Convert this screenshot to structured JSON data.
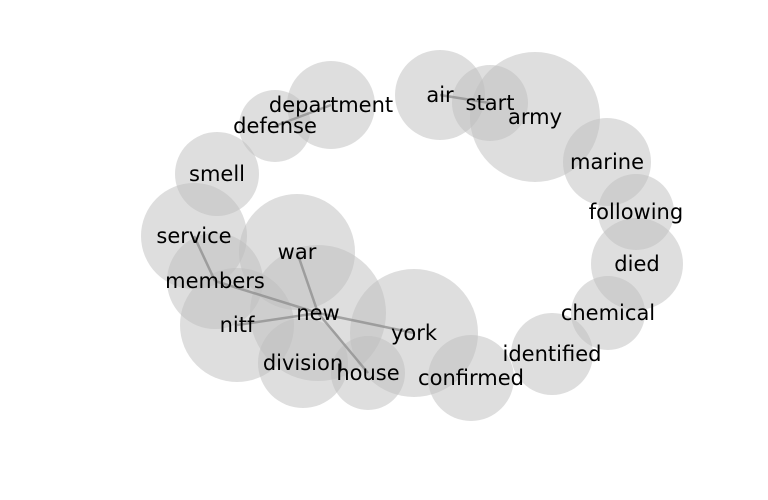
{
  "diagram": {
    "type": "word-bubble-network",
    "bubble_color": "#bdbdbd",
    "edge_color": "#8c8c8c",
    "nodes": [
      {
        "id": "air",
        "label": "air"
      },
      {
        "id": "start",
        "label": "start"
      },
      {
        "id": "army",
        "label": "army"
      },
      {
        "id": "department",
        "label": "department"
      },
      {
        "id": "defense",
        "label": "defense"
      },
      {
        "id": "smell",
        "label": "smell"
      },
      {
        "id": "marine",
        "label": "marine"
      },
      {
        "id": "following",
        "label": "following"
      },
      {
        "id": "died",
        "label": "died"
      },
      {
        "id": "service",
        "label": "service"
      },
      {
        "id": "war",
        "label": "war"
      },
      {
        "id": "members",
        "label": "members"
      },
      {
        "id": "new",
        "label": "new"
      },
      {
        "id": "nitf",
        "label": "nitf"
      },
      {
        "id": "york",
        "label": "york"
      },
      {
        "id": "chemical",
        "label": "chemical"
      },
      {
        "id": "identified",
        "label": "identified"
      },
      {
        "id": "division",
        "label": "division"
      },
      {
        "id": "house",
        "label": "house"
      },
      {
        "id": "confirmed",
        "label": "confirmed"
      }
    ],
    "edges": [
      {
        "from": "air",
        "to": "start"
      },
      {
        "from": "department",
        "to": "defense"
      },
      {
        "from": "service",
        "to": "members"
      },
      {
        "from": "members",
        "to": "new"
      },
      {
        "from": "war",
        "to": "new"
      },
      {
        "from": "new",
        "to": "nitf"
      },
      {
        "from": "new",
        "to": "york"
      },
      {
        "from": "new",
        "to": "house"
      }
    ]
  }
}
